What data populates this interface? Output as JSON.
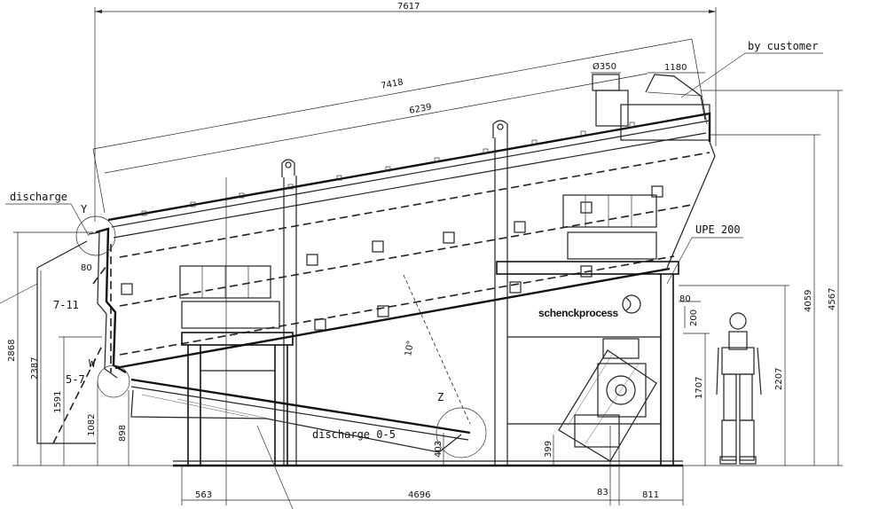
{
  "dimensions": {
    "overall_length": "7617",
    "screen_length": "7418",
    "deck_length": "6239",
    "inlet_diameter": "Ø350",
    "inlet_width": "1180",
    "beam_offset": "80",
    "beam_height": "200",
    "discharge_lip": "80",
    "height_total": "4567",
    "height_inlet": "4059",
    "height_drive": "2207",
    "height_support": "1707",
    "height_left_2868": "2868",
    "height_left_2387": "2387",
    "height_left_1591": "1591",
    "height_left_1082": "1082",
    "height_left_898": "898",
    "height_z_403": "403",
    "height_motor_399": "399",
    "base_563": "563",
    "base_4696": "4696",
    "base_83": "83",
    "base_811": "811",
    "angle": "10°"
  },
  "labels": {
    "by_customer": "by customer",
    "discharge": "discharge",
    "discharge_fine": "discharge 0-5",
    "beam": "UPE 200",
    "fraction_7_11": "7-11",
    "fraction_5_7": "5-7",
    "detail_y": "Y",
    "detail_w": "W",
    "detail_z": "Z",
    "brand": "schenckprocess"
  }
}
